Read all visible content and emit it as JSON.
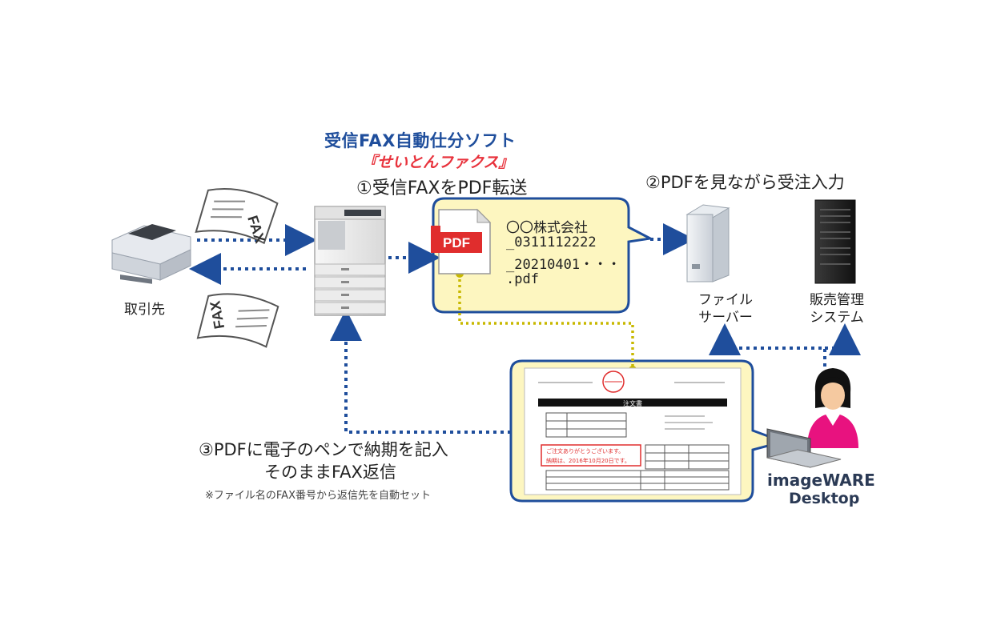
{
  "title": {
    "software_name": "受信FAX自動仕分ソフト",
    "product_name": "『せいとんファクス』"
  },
  "steps": {
    "step1": "①受信FAXをPDF転送",
    "step2": "②PDFを見ながら受注入力",
    "step3_line1": "③PDFに電子のペンで納期を記入",
    "step3_line2": "そのままFAX返信",
    "step3_note": "※ファイル名のFAX番号から返信先を自動セット"
  },
  "file": {
    "line1": "〇〇株式会社",
    "line2": "_0311112222",
    "line3": "_20210401・・・",
    "line4": ".pdf",
    "badge": "PDF"
  },
  "labels": {
    "customer": "取引先",
    "file_server_line1": "ファイル",
    "file_server_line2": "サーバー",
    "sales_system_line1": "販売管理",
    "sales_system_line2": "システム",
    "fax_paper": "FAX",
    "fax_paper_rev": "FAX"
  },
  "brand": {
    "line1": "imageWARE",
    "line2": "Desktop"
  },
  "order_doc": {
    "heading": "注文書",
    "stamp": "ご注文ありがとうございます。",
    "delivery_note": "納期は、2016年10月20日です。"
  },
  "colors": {
    "arrow_blue": "#1f4e9c",
    "arrow_yellow": "#c8b800",
    "bubble_fill": "#fdf6c0",
    "bubble_stroke": "#1f4e9c",
    "title_blue": "#1f4e9c",
    "title_red": "#e8323c"
  }
}
